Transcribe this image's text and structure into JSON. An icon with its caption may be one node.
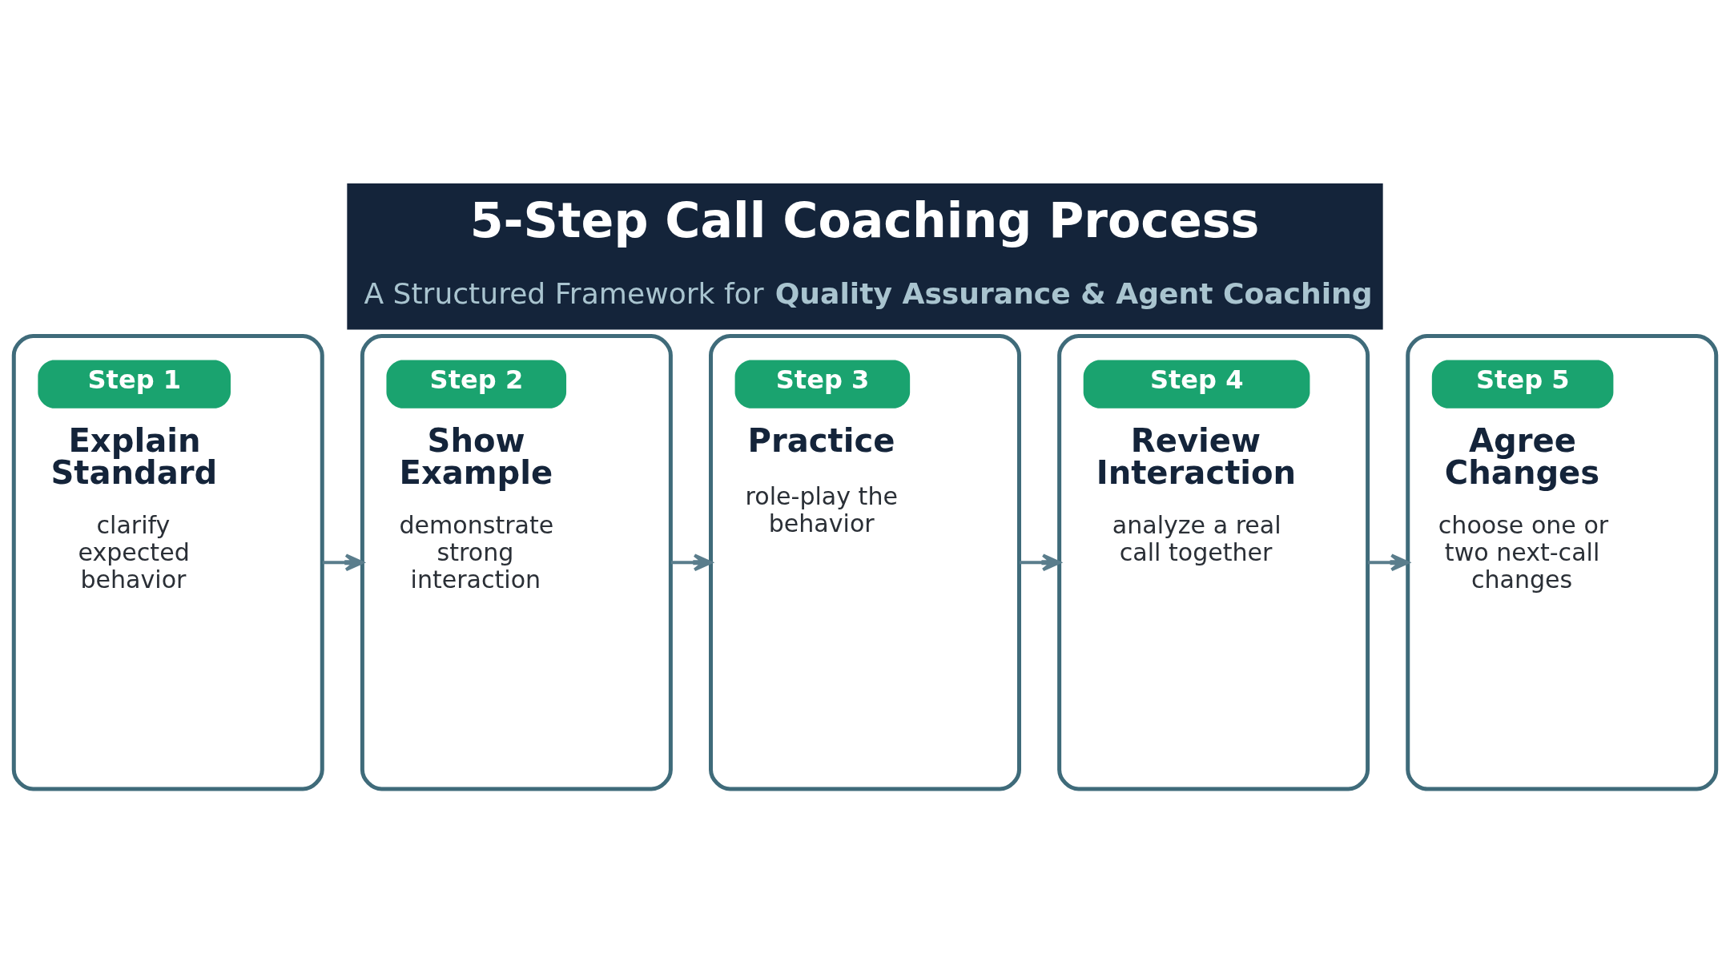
{
  "diagram": {
    "title": "5-Step Call Coaching Process",
    "caption": "A Structured Framework for **Quality Assurance & Agent Coaching**",
    "nodes": [
      {
        "text": [
          "Step 1",
          "Explain Standard",
          "clarify expected behavior"
        ]
      },
      {
        "text": [
          "Step 2",
          "Show Example",
          "demonstrate strong interaction"
        ]
      },
      {
        "text": [
          "Step 3",
          "Practice",
          "role-play the behavior"
        ]
      },
      {
        "text": [
          "Step 4",
          "Review Interaction",
          "analyze a real call together"
        ]
      },
      {
        "text": [
          "Step 5",
          "Agree Changes",
          "choose one or two next-call changes"
        ]
      }
    ],
    "edges": [
      {
        "from": 0,
        "to": 1,
        "arrow": "to"
      },
      {
        "from": 1,
        "to": 2,
        "arrow": "to"
      },
      {
        "from": 2,
        "to": 3,
        "arrow": "to"
      },
      {
        "from": 3,
        "to": 4,
        "arrow": "to"
      }
    ]
  }
}
